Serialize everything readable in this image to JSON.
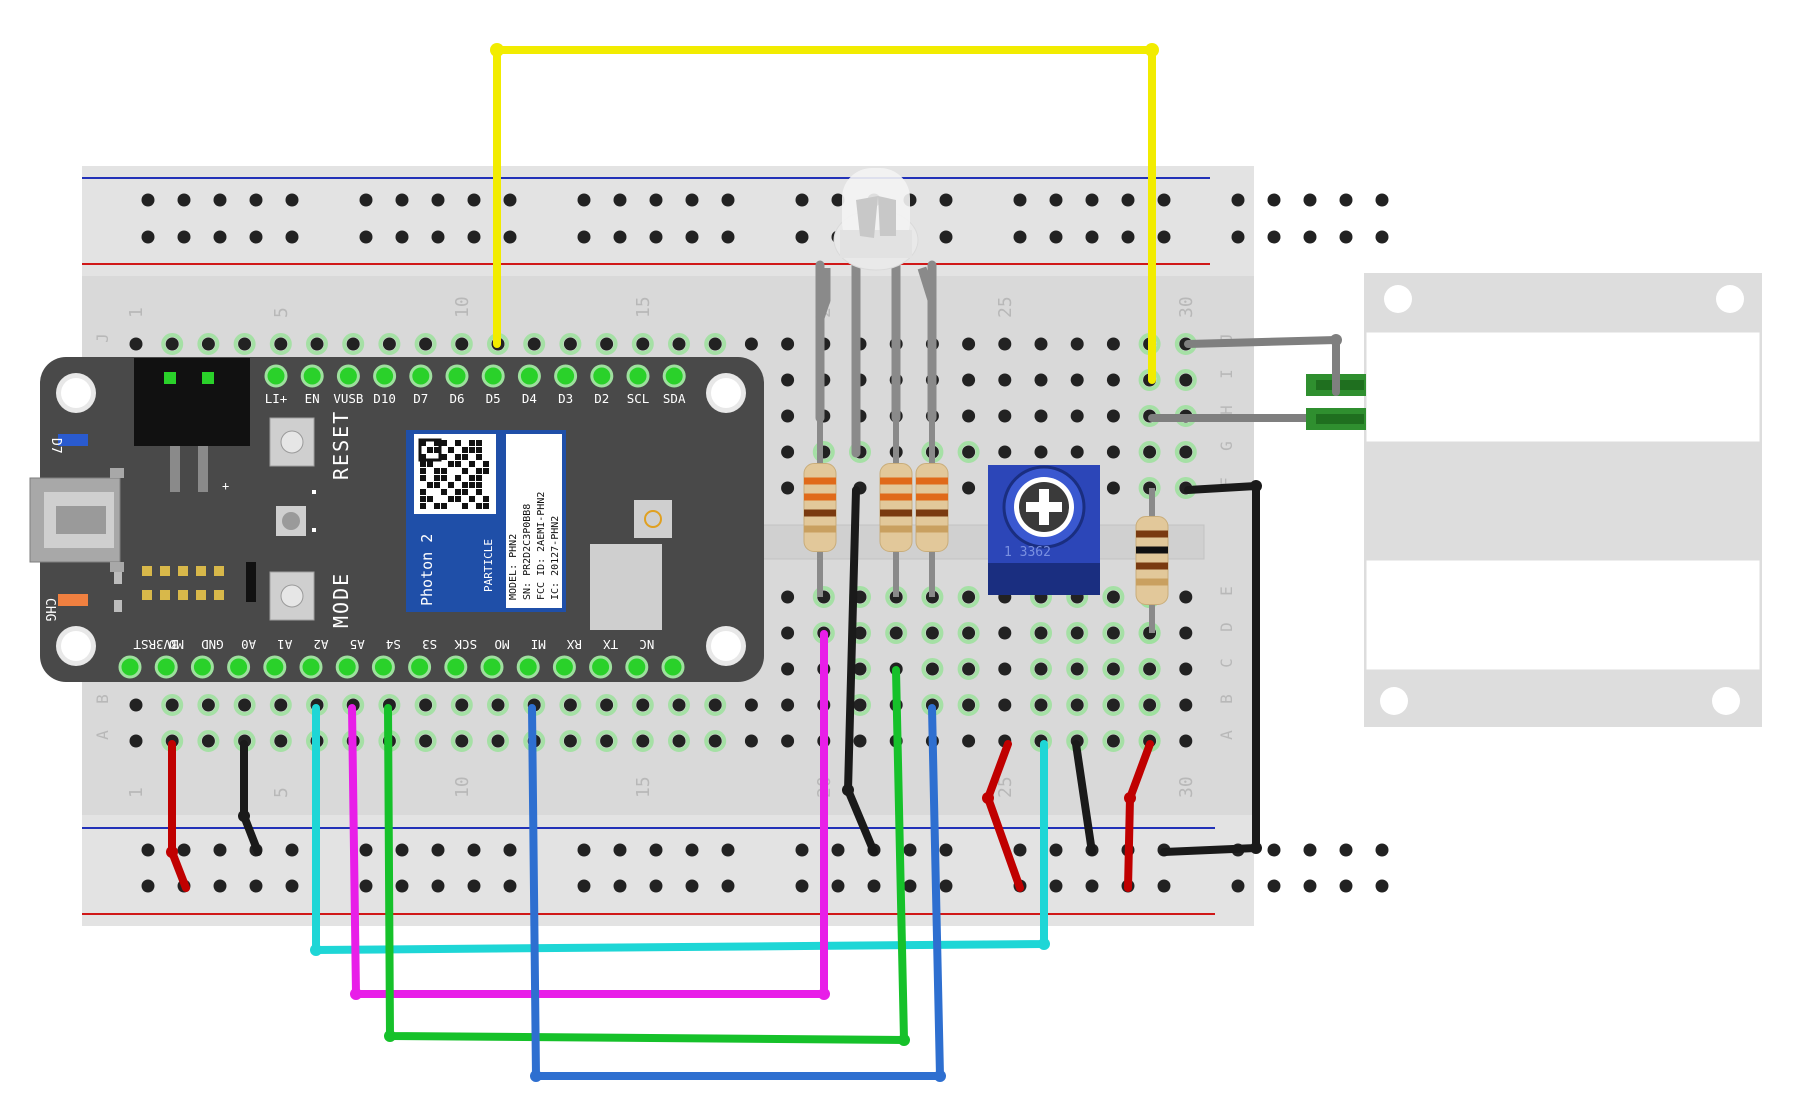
{
  "breadboard": {
    "columns_top": [
      "1",
      "5",
      "10",
      "15",
      "20",
      "25",
      "30"
    ],
    "columns_bottom": [
      "1",
      "5",
      "10",
      "15",
      "20",
      "25",
      "30"
    ],
    "rows_right": [
      "J",
      "I",
      "H",
      "G",
      "F",
      "E",
      "D",
      "C",
      "B",
      "A"
    ],
    "rows_left": [
      "J",
      "B",
      "A"
    ]
  },
  "board": {
    "top_pins": [
      "LI+",
      "EN",
      "VUSB",
      "D10",
      "D7",
      "D6",
      "D5",
      "D4",
      "D3",
      "D2",
      "SCL",
      "SDA"
    ],
    "bottom_pins": [
      "3V3RST",
      "MD",
      "GND",
      "A0",
      "A1",
      "A2",
      "A5",
      "S4",
      "S3",
      "SCK",
      "MO",
      "MI",
      "RX",
      "TX",
      "NC"
    ],
    "reset_label": "RESET",
    "mode_label": "MODE",
    "d7_label": "D7",
    "chg_label": "CHG",
    "plus_label": "+",
    "module_name": "Photon 2",
    "module_vendor": "PARTICLE",
    "module_lines": [
      "MODEL: PHN2",
      "SN: PR2D2C3P0BB8",
      "FCC ID: 2AEMI-PHN2",
      "IC: 20127-PHN2"
    ]
  },
  "potentiometer": {
    "marking": "1 3362"
  },
  "colors": {
    "wire_yellow": "#f2ec00",
    "wire_gray": "#7f7f7f",
    "wire_black": "#1a1a1a",
    "wire_red": "#c00000",
    "wire_cyan": "#1ed6d6",
    "wire_magenta": "#e81ee8",
    "wire_green": "#16c12a",
    "wire_blue": "#2e6fd0",
    "pcb": "#494949",
    "module_blue": "#1f4fa8",
    "pot_blue": "#2c46b8",
    "rail_blue": "#2232b8",
    "rail_red": "#d01818"
  }
}
